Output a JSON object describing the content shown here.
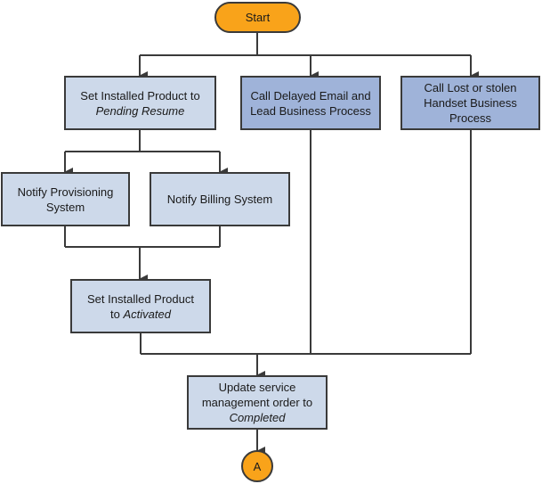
{
  "diagram": {
    "type": "flowchart",
    "colors": {
      "terminal": "#f9a31a",
      "process_light": "#cdd9ea",
      "process_dark": "#9fb3d9",
      "stroke": "#3a3a3a"
    },
    "nodes": {
      "start": {
        "label": "Start"
      },
      "pending_resume": {
        "line1": "Set Installed Product to",
        "line2_italic": "Pending Resume"
      },
      "delayed_email": {
        "label": "Call Delayed Email and Lead Business Process"
      },
      "lost_stolen": {
        "label": "Call Lost or stolen Handset Business Process"
      },
      "notify_provisioning": {
        "label": "Notify Provisioning System"
      },
      "notify_billing": {
        "label": "Notify Billing System"
      },
      "activated": {
        "line1": "Set Installed Product to ",
        "line2_italic": "Activated"
      },
      "update_order": {
        "line1": "Update service management order to",
        "line2_italic": "Completed"
      },
      "connector_a": {
        "label": "A"
      }
    },
    "edges": [
      {
        "from": "start",
        "to": "pending_resume"
      },
      {
        "from": "start",
        "to": "delayed_email"
      },
      {
        "from": "start",
        "to": "lost_stolen"
      },
      {
        "from": "pending_resume",
        "to": "notify_provisioning"
      },
      {
        "from": "pending_resume",
        "to": "notify_billing"
      },
      {
        "from": "notify_provisioning",
        "to": "activated"
      },
      {
        "from": "notify_billing",
        "to": "activated"
      },
      {
        "from": "activated",
        "to": "update_order"
      },
      {
        "from": "delayed_email",
        "to": "update_order"
      },
      {
        "from": "lost_stolen",
        "to": "update_order"
      },
      {
        "from": "update_order",
        "to": "connector_a"
      }
    ]
  }
}
